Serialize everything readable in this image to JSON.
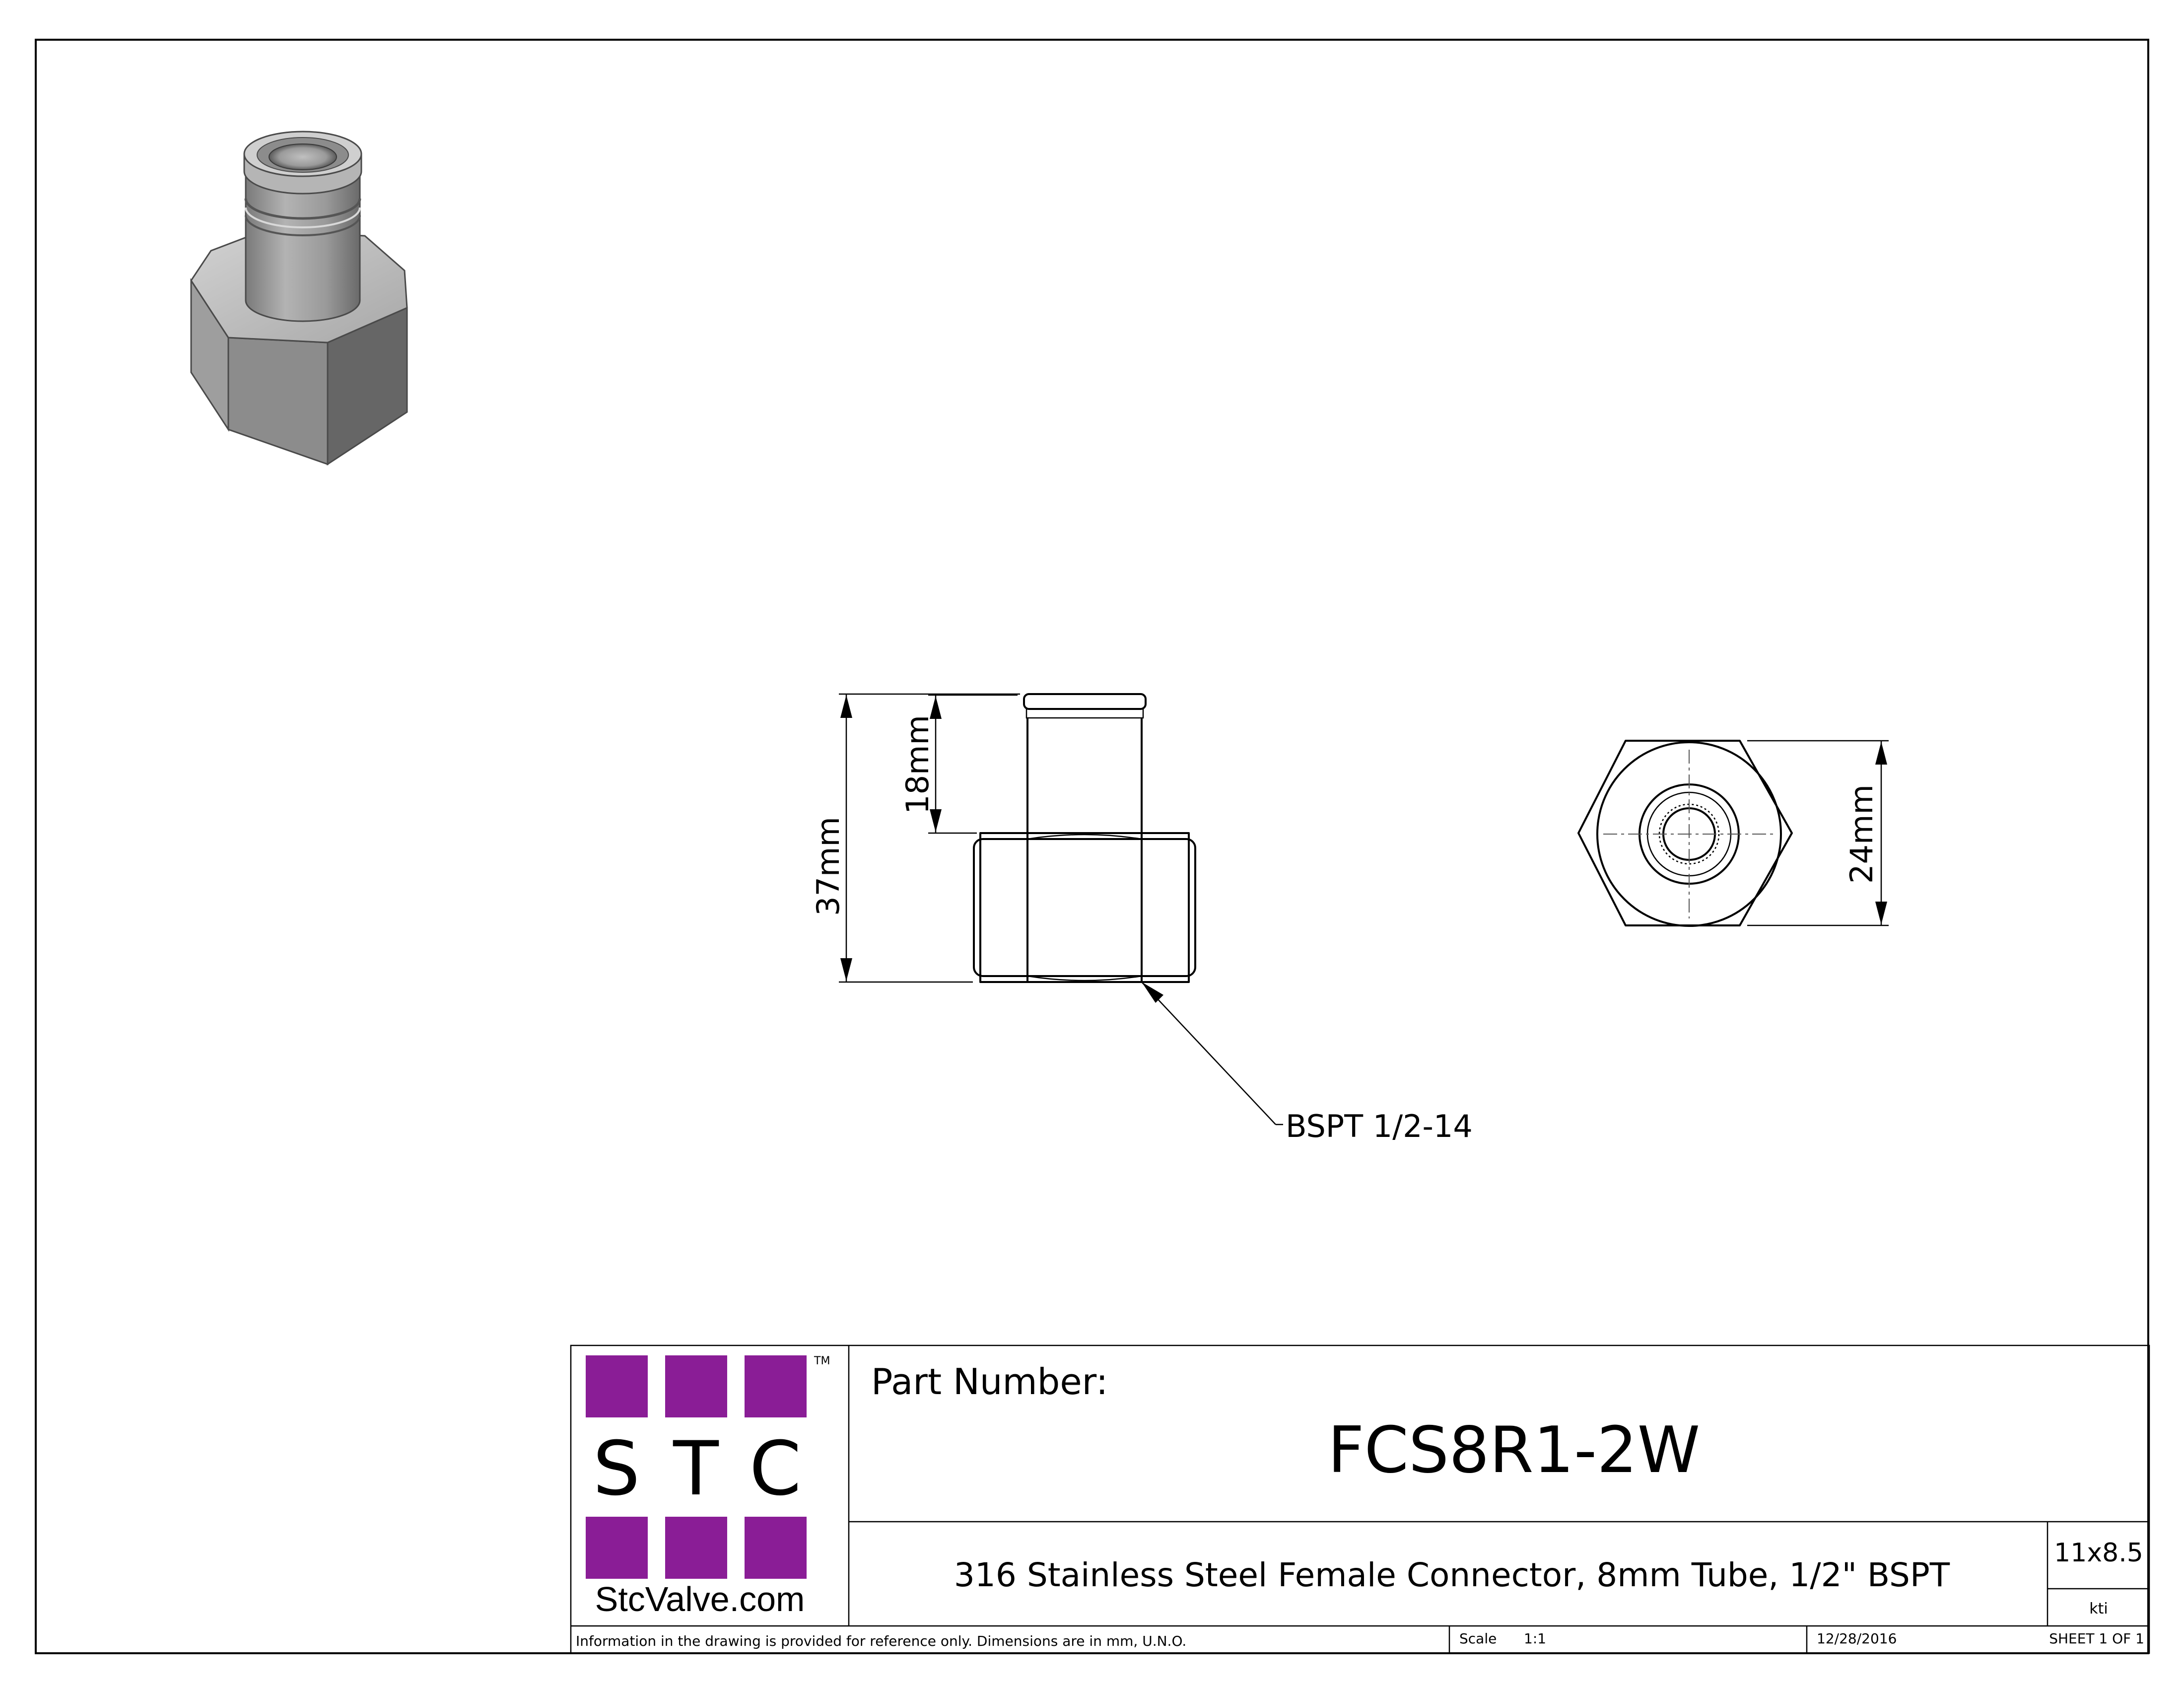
{
  "drawing": {
    "dimensions": {
      "overall_length": "37mm",
      "tube_length": "18mm",
      "hex_across_flats": "24mm"
    },
    "thread_callout": "BSPT 1/2-14"
  },
  "title_block": {
    "logo": {
      "letters": [
        "S",
        "T",
        "C"
      ],
      "trademark": "TM",
      "website": "StcValve.com",
      "purple": "#8a1d96"
    },
    "part_number_label": "Part Number:",
    "part_number": "FCS8R1-2W",
    "description": "316 Stainless Steel Female Connector, 8mm Tube, 1/2\" BSPT",
    "sheet_size": "11x8.5",
    "drawn_by": "kti",
    "note": "Information in the drawing is provided for reference only. Dimensions are in mm, U.N.O.",
    "scale_label": "Scale",
    "scale_value": "1:1",
    "date": "12/28/2016",
    "sheet": "SHEET 1 OF 1"
  }
}
